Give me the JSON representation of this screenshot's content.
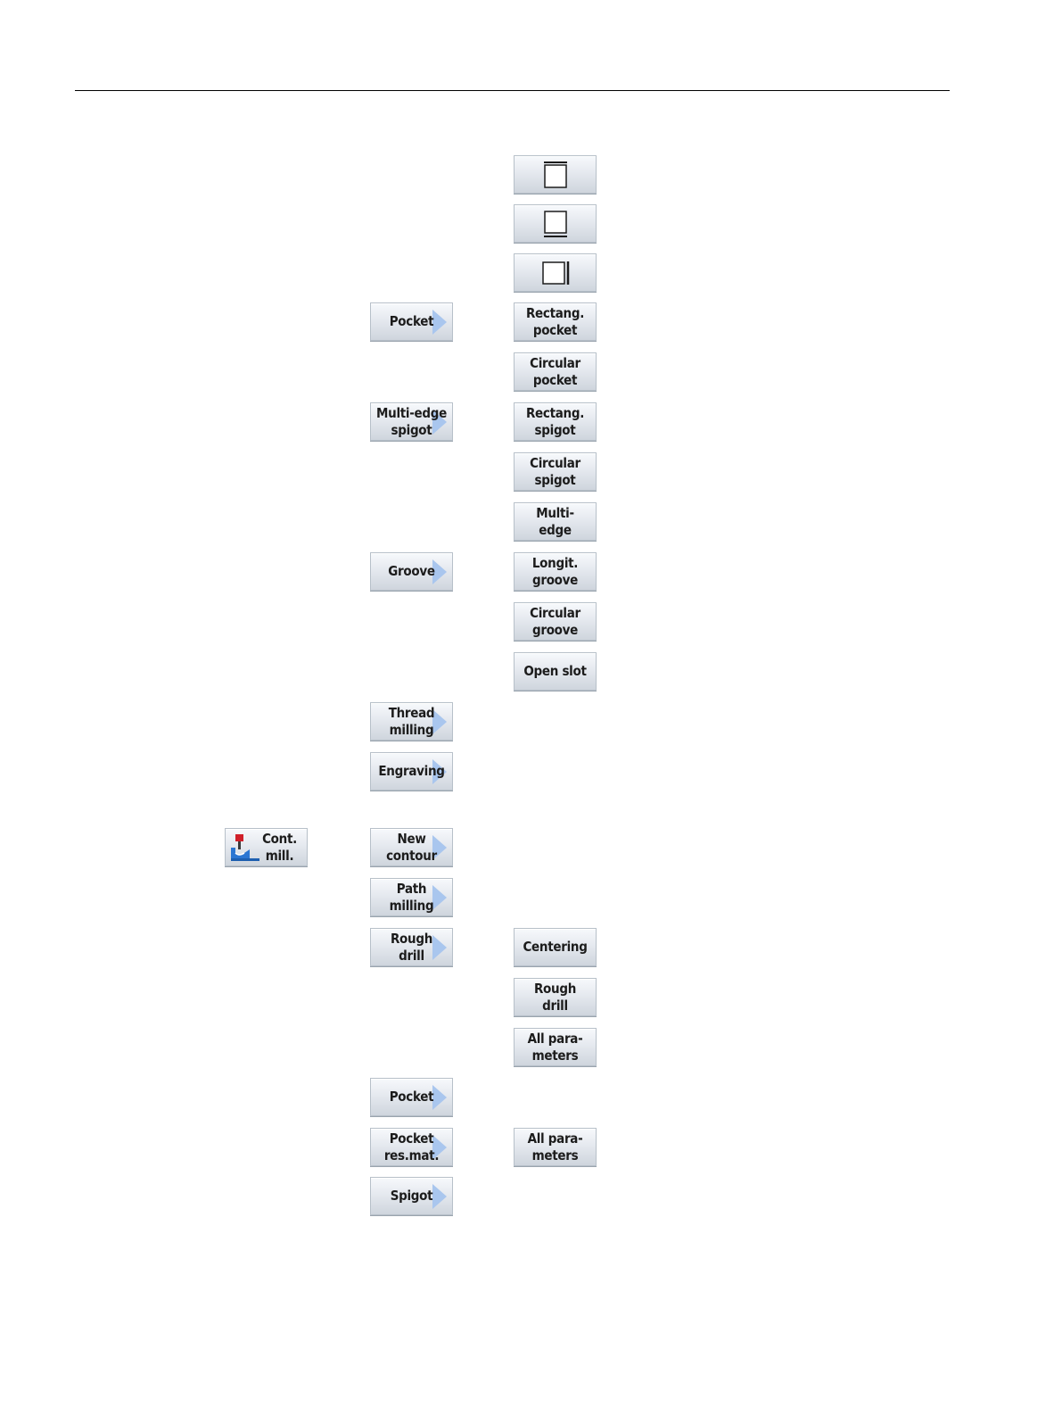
{
  "buttons": {
    "pocket": "Pocket",
    "multi_edge_spigot": "Multi-edge\nspigot",
    "groove": "Groove",
    "thread_milling": "Thread\nmilling",
    "engraving": "Engraving",
    "cont_mill": "Cont.\nmill.",
    "new_contour": "New\ncontour",
    "path_milling": "Path\nmilling",
    "rough_drill": "Rough\ndrill",
    "contour_pocket": "Pocket",
    "pocket_res_mat": "Pocket\nres.mat.",
    "spigot": "Spigot",
    "rectang_pocket": "Rectang.\npocket",
    "circular_pocket": "Circular\npocket",
    "rectang_spigot": "Rectang.\nspigot",
    "circular_spigot": "Circular\nspigot",
    "multi_edge": "Multi-\nedge",
    "longit_groove": "Longit.\ngroove",
    "circular_groove": "Circular\ngroove",
    "open_slot": "Open slot",
    "centering": "Centering",
    "rough_drill_sub": "Rough\ndrill",
    "all_parameters_1": "All para-\nmeters",
    "all_parameters_2": "All para-\nmeters"
  },
  "icons": {
    "face_top": "face-milling-top-edge-icon",
    "face_bottom": "face-milling-bottom-edge-icon",
    "face_right": "face-milling-right-edge-icon",
    "cont_mill": "contour-milling-icon"
  },
  "colors": {
    "arrow": "#a9c6ee",
    "softkey_border": "#b7c0c9"
  }
}
